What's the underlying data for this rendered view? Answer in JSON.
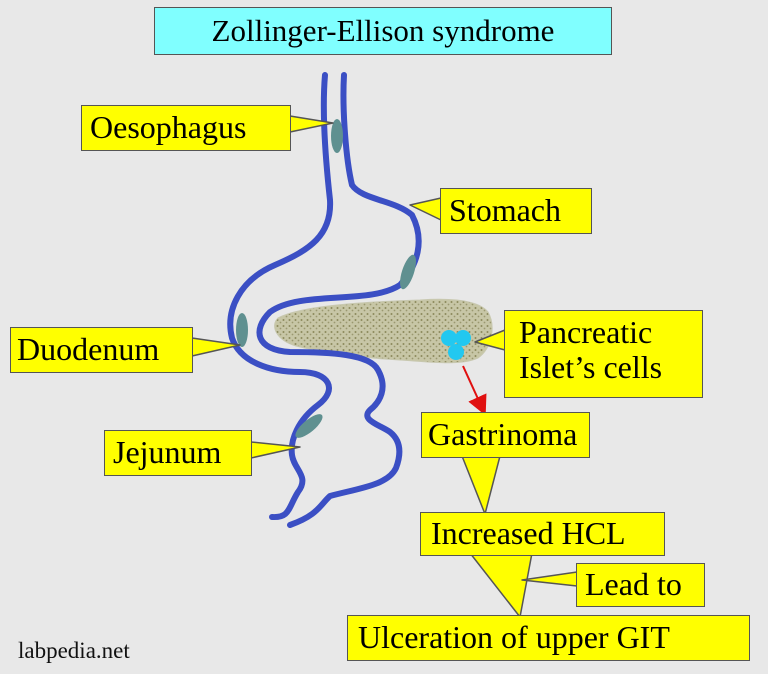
{
  "title": "Zollinger-Ellison syndrome",
  "labels": {
    "oesophagus": "Oesophagus",
    "stomach": "Stomach",
    "duodenum": "Duodenum",
    "jejunum": "Jejunum",
    "pancreatic_line1": "Pancreatic",
    "pancreatic_line2": "Islet’s cells",
    "gastrinoma": "Gastrinoma",
    "increased_hcl": "Increased HCL",
    "lead_to": "Lead to",
    "ulceration": "Ulceration of upper GIT"
  },
  "watermark": "labpedia.net",
  "colors": {
    "background": "#e8e8e8",
    "title_fill": "#80ffff",
    "label_fill": "#ffff00",
    "gut_outline": "#3b4fc4",
    "lesion": "#5f9090",
    "pancreas": "#a8a880",
    "islet_cells": "#22c8f0",
    "arrow": "#e01010"
  }
}
